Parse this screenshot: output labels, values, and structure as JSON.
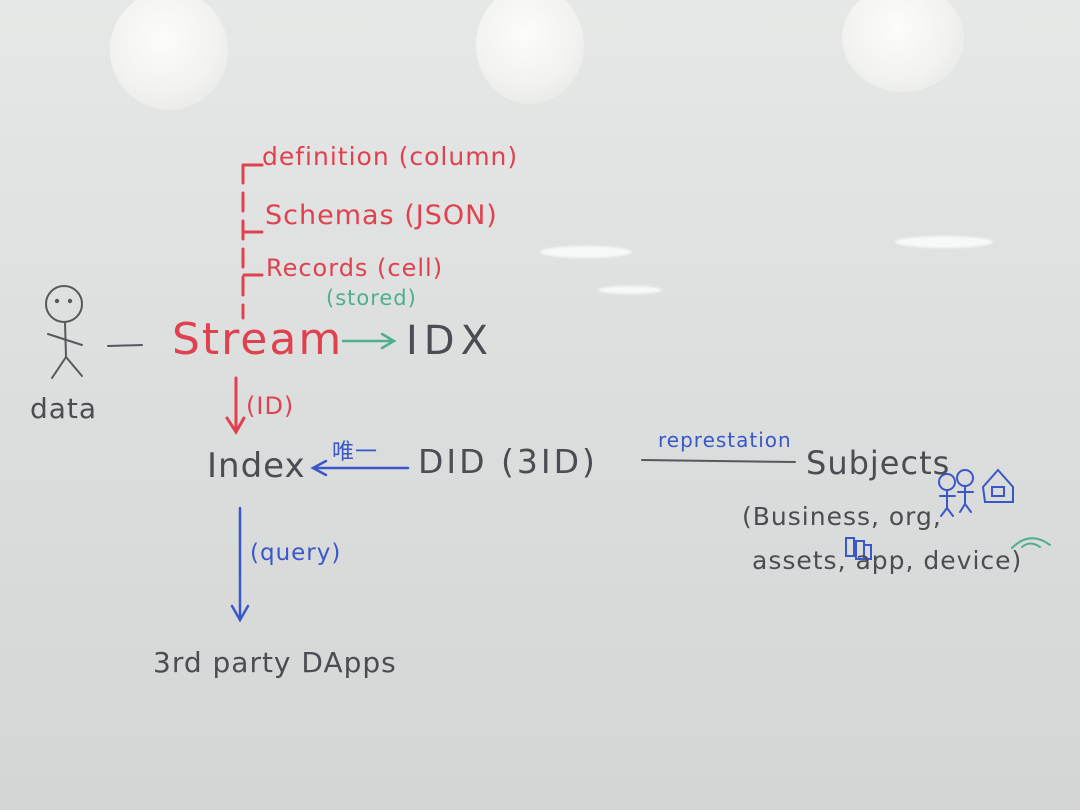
{
  "whiteboard": {
    "stream_fields": {
      "definition": "definition (column)",
      "schemas": "Schemas (JSON)",
      "records": "Records (cell)"
    },
    "stored": "(stored)",
    "data_label": "data",
    "stream": "Stream",
    "idx": "IDX",
    "id_label": "(ID)",
    "index": "Index",
    "unique_char": "唯一",
    "did": "DID (3ID)",
    "representation": "represtation",
    "subjects": "Subjects",
    "subjects_examples_line1": "(Business, org,",
    "subjects_examples_line2": "assets, app, device)",
    "query": "(query)",
    "dapps": "3rd party DApps"
  },
  "colors": {
    "red_marker": "#e0414f",
    "green_marker": "#4fae8f",
    "blue_marker": "#3a57c9",
    "black_marker": "#4a4d52"
  }
}
